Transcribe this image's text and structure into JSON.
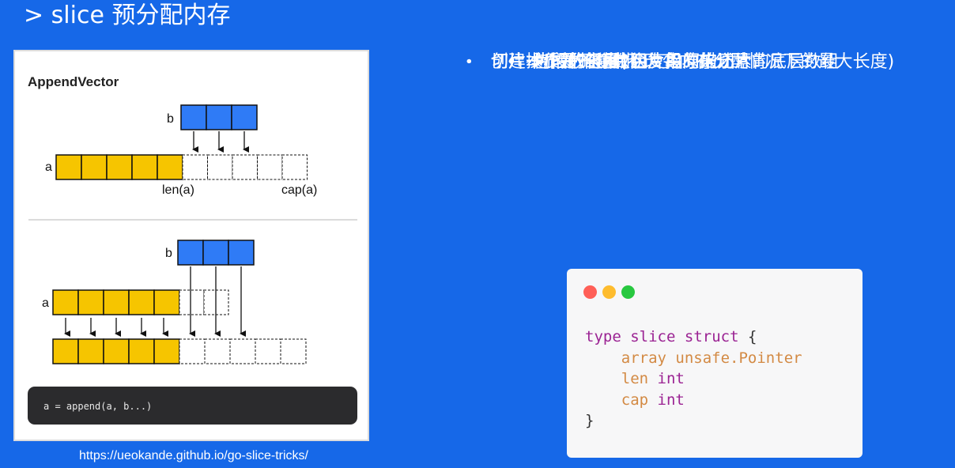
{
  "slide": {
    "title": "> slice 预分配内存",
    "caption": "https://ueokande.github.io/go-slice-tricks/"
  },
  "figure": {
    "heading": "AppendVector",
    "label_a": "a",
    "label_b": "b",
    "len_label": "len(a)",
    "cap_label": "cap(a)",
    "code_line": "a = append(a, b...)"
  },
  "bullets": [
    {
      "level": 1,
      "text": "切片本质是一个数组片段的描述"
    },
    {
      "level": 2,
      "text": "包括数组指针"
    },
    {
      "level": 2,
      "text": "片段的长度"
    },
    {
      "level": 2,
      "text": "片段的容量(不改变内存分配情况下的最大长度)"
    },
    {
      "level": 1,
      "text": "切片操作并不复制切片指向的元素"
    },
    {
      "level": 1,
      "text": "创建一个新的切片会复用原来切片的底层数组"
    }
  ],
  "code": {
    "line1_kw1": "type",
    "line1_name": "slice",
    "line1_kw2": "struct",
    "line1_brace": "{",
    "line2_field": "array",
    "line2_type": "unsafe.Pointer",
    "line3_field": "len",
    "line3_type": "int",
    "line4_field": "cap",
    "line4_type": "int",
    "line5_brace": "}"
  },
  "colors": {
    "background": "#1668e8",
    "cell_blue": "#2f7bf6",
    "cell_yellow": "#f6c500",
    "dot_red": "#ff5f57",
    "dot_yellow": "#febc2e",
    "dot_green": "#28c840"
  }
}
